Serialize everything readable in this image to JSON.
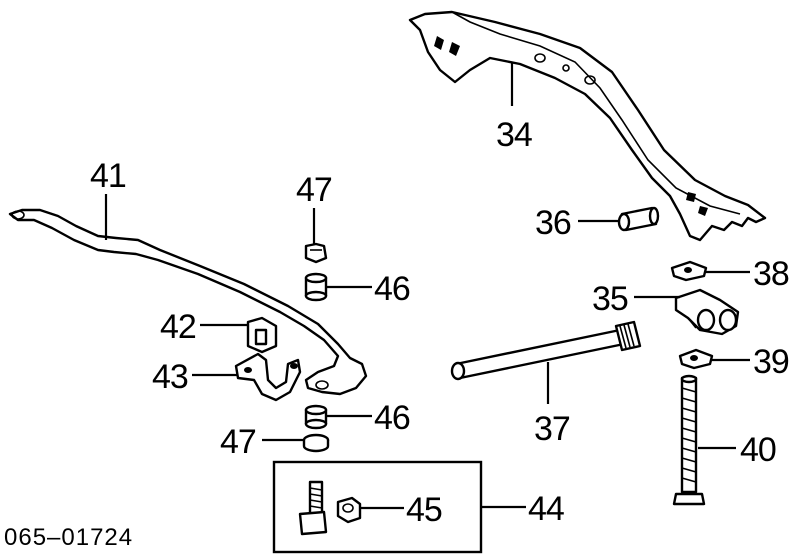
{
  "diagram": {
    "catalog_code": "065–01724",
    "callouts": {
      "c34": "34",
      "c35": "35",
      "c36": "36",
      "c37": "37",
      "c38": "38",
      "c39": "39",
      "c40": "40",
      "c41": "41",
      "c42": "42",
      "c43": "43",
      "c44": "44",
      "c45": "45",
      "c46_upper": "46",
      "c46_lower": "46",
      "c47_upper": "47",
      "c47_lower": "47"
    },
    "colors": {
      "ink": "#000000",
      "paper": "#ffffff"
    }
  }
}
